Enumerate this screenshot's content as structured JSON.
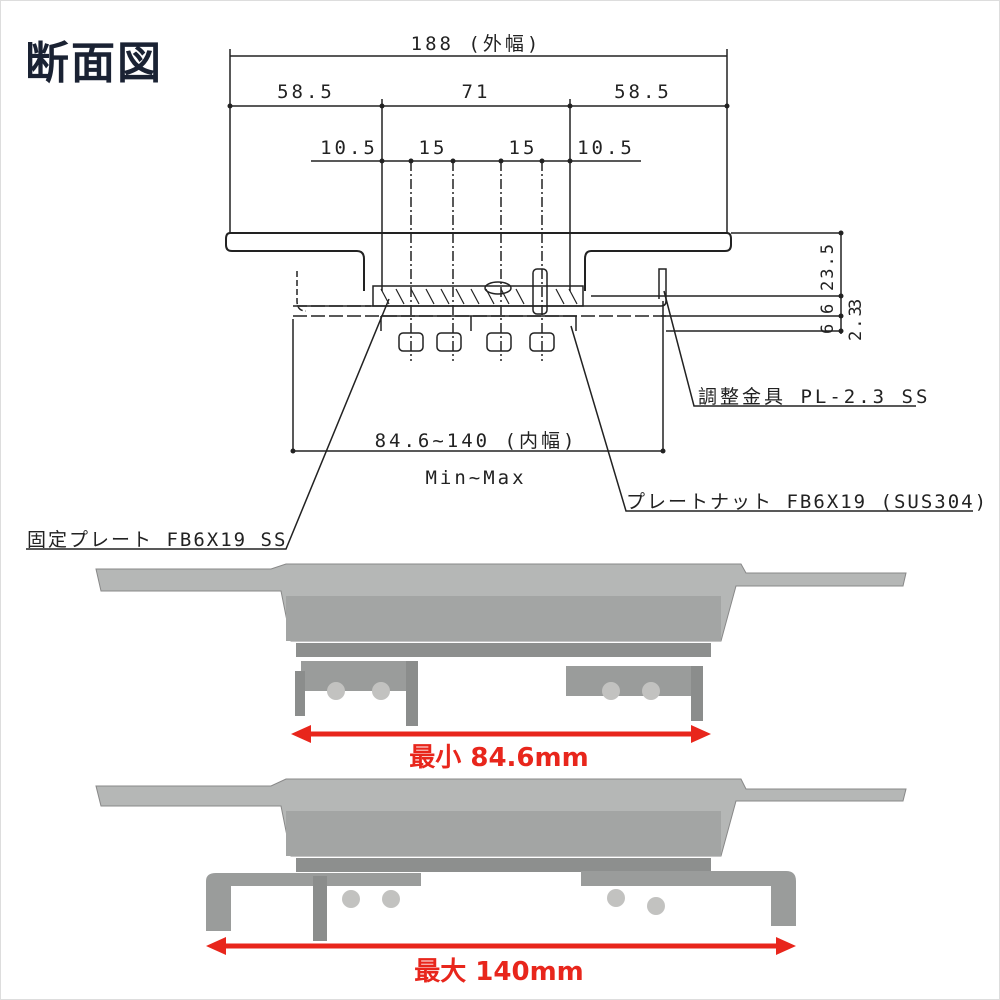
{
  "title": "断面図",
  "dimensions": {
    "outer_width": "188 (外幅)",
    "left_flange": "58.5",
    "center": "71",
    "right_flange": "58.5",
    "offset_left": "10.5",
    "pitch_left": "15",
    "pitch_right": "15",
    "offset_right": "10.5",
    "height_total": "23.5",
    "height_a": "6",
    "height_b": "6",
    "thk_a": "3",
    "thk_b": "2.3",
    "inner_width": "84.6~140 (内幅)",
    "range": "Min~Max"
  },
  "callouts": {
    "adjuster": "調整金具 PL-2.3 SS",
    "plate_nut": "プレートナット FB6X19 (SUS304)",
    "fixed_plate": "固定プレート FB6X19 SS"
  },
  "photos": {
    "min_label": "最小 84.6mm",
    "max_label": "最大 140mm"
  },
  "colors": {
    "accent": "#e8261c",
    "line": "#222222",
    "metal": "#a9abaa"
  }
}
